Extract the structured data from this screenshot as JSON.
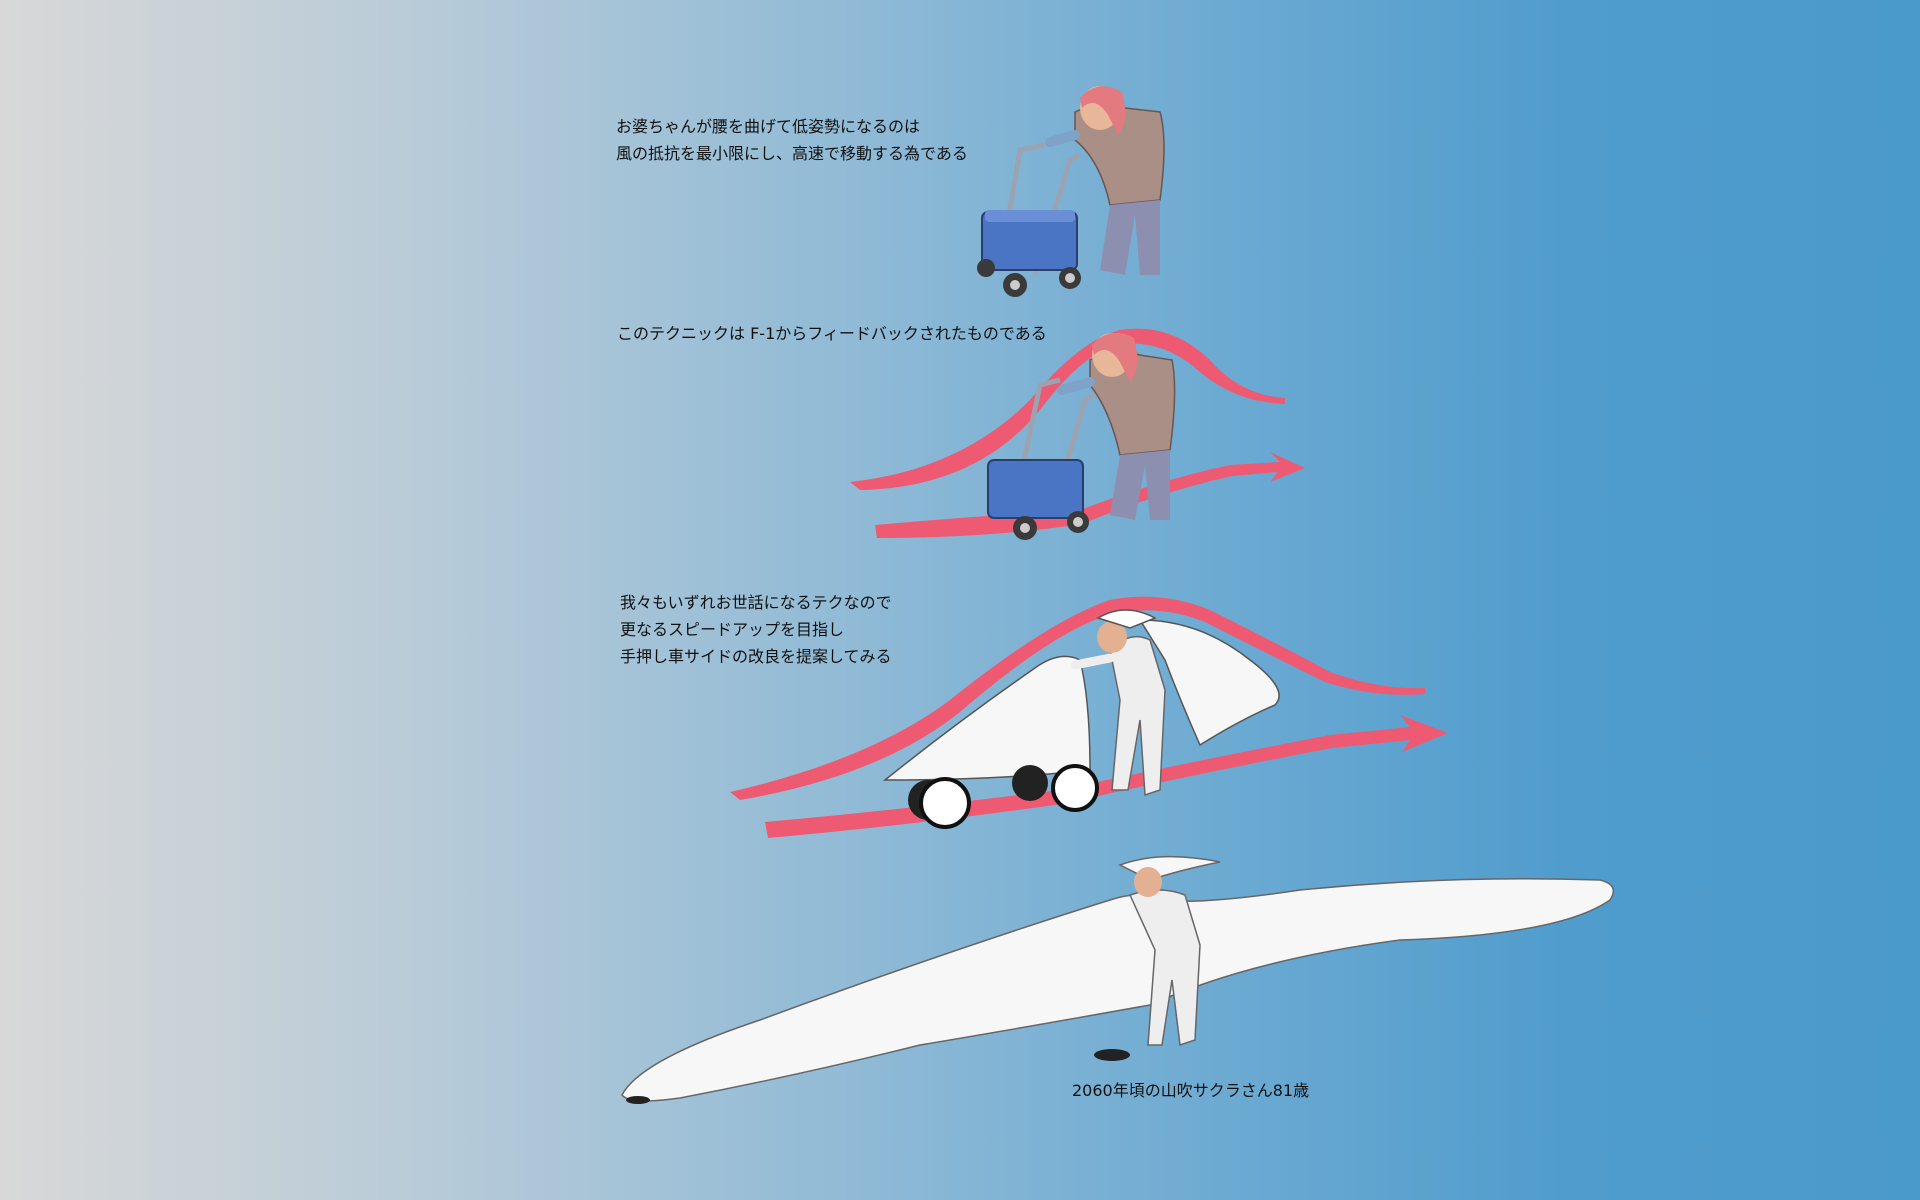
{
  "captions": {
    "block1": "お婆ちゃんが腰を曲げて低姿勢になるのは\n風の抵抗を最小限にし、高速で移動する為である",
    "block2": "このテクニックは F-1からフィードバックされたものである",
    "block3": "我々もいずれお世話になるテクなので\n更なるスピードアップを目指し\n手押し車サイドの改良を提案してみる",
    "block4": "2060年頃の山吹サクラさん81歳"
  },
  "colors": {
    "airflow": "#ee5a72",
    "cart_blue": "#4a74c4",
    "vest": "#a98f86",
    "fairing": "#f7f7f7"
  }
}
